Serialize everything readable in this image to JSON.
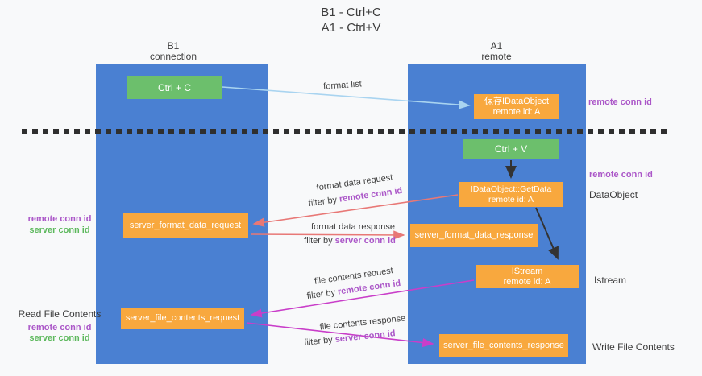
{
  "title": {
    "line1": "B1 - Ctrl+C",
    "line2": "A1 - Ctrl+V"
  },
  "lanes": {
    "left": {
      "name": "B1",
      "role": "connection"
    },
    "right": {
      "name": "A1",
      "role": "remote"
    }
  },
  "boxes": {
    "ctrl_c": {
      "label": "Ctrl + C"
    },
    "save_dataobject": {
      "line1": "保存IDataObject",
      "line2": "remote id: A"
    },
    "ctrl_v": {
      "label": "Ctrl + V"
    },
    "getdata": {
      "line1": "IDataObject::GetData",
      "line2": "remote id: A"
    },
    "format_request": {
      "label": "server_format_data_request"
    },
    "format_response": {
      "label": "server_format_data_response"
    },
    "istream": {
      "line1": "IStream",
      "line2": "remote id: A"
    },
    "file_request": {
      "label": "server_file_contents_request"
    },
    "file_response": {
      "label": "server_file_contents_response"
    }
  },
  "arrow_labels": {
    "format_list": "format list",
    "format_data_request": "format data request",
    "format_data_response": "format data response",
    "file_contents_request": "file contents request",
    "file_contents_response": "file contents response",
    "filter_prefix": "filter by ",
    "remote_conn_id": "remote conn id",
    "server_conn_id": "server conn id"
  },
  "side_labels": {
    "remote_conn_id": "remote conn id",
    "server_conn_id": "server conn id",
    "dataobject": "DataObject",
    "istream": "Istream",
    "read_file_contents": "Read File Contents",
    "write_file_contents": "Write File Contents"
  },
  "colors": {
    "lane_blue": "#4a80d2",
    "box_orange": "#f8a83e",
    "box_green": "#6cbf6c",
    "purple_text": "#ab57c8",
    "green_text": "#5cb85c",
    "arrow_salmon": "#e87876",
    "arrow_magenta": "#c93ec9",
    "arrow_blue": "#a9d4f0",
    "arrow_black": "#333333",
    "background": "#f8f9fa"
  }
}
